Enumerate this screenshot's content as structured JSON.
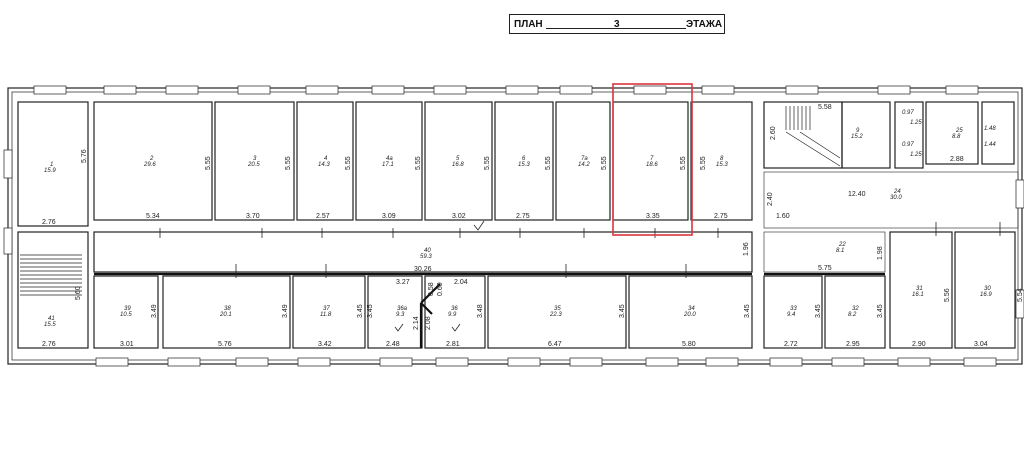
{
  "title": {
    "prefix": "ПЛАН",
    "floor": "3",
    "suffix": "ЭТАЖА"
  },
  "highlight_color": "#d9363e",
  "rooms": [
    {
      "num": "1",
      "area": "15.9",
      "dims": [
        "5.76",
        "2.76"
      ]
    },
    {
      "num": "2",
      "area": "29.6",
      "dims": [
        "5.55",
        "5.34"
      ]
    },
    {
      "num": "3",
      "area": "20.5",
      "dims": [
        "5.55",
        "3.70"
      ]
    },
    {
      "num": "4",
      "area": "14.3",
      "dims": [
        "5.55",
        "2.57"
      ]
    },
    {
      "num": "4а",
      "area": "17.1",
      "dims": [
        "5.55",
        "3.09"
      ]
    },
    {
      "num": "5",
      "area": "16.8",
      "dims": [
        "5.55",
        "3.02"
      ]
    },
    {
      "num": "6",
      "area": "15.3",
      "dims": [
        "5.55",
        "2.75"
      ]
    },
    {
      "num": "7а",
      "area": "14.2",
      "dims": [
        "5.55"
      ]
    },
    {
      "num": "7",
      "area": "18.6",
      "dims": [
        "5.55",
        "3.35"
      ],
      "highlighted": true
    },
    {
      "num": "8",
      "area": "15.3",
      "dims": [
        "5.55",
        "2.75"
      ]
    },
    {
      "num": "9",
      "area": "15.2",
      "dims": [
        "2.60",
        "5.58"
      ]
    },
    {
      "num": "24",
      "area": "30.0",
      "dims": [
        "12.40",
        "2.40",
        "1.60"
      ]
    },
    {
      "num": "25",
      "area": "8.8",
      "dims": [
        "2.88"
      ]
    },
    {
      "num": "22",
      "area": "8.1",
      "dims": [
        "5.75",
        "1.98"
      ]
    },
    {
      "num": "31",
      "area": "16.1",
      "dims": [
        "5.56",
        "2.90"
      ]
    },
    {
      "num": "30",
      "area": "16.9",
      "dims": [
        "5.54",
        "3.04"
      ]
    },
    {
      "num": "32",
      "area": "8.2",
      "dims": [
        "3.45",
        "2.95"
      ]
    },
    {
      "num": "33",
      "area": "9.4",
      "dims": [
        "3.45",
        "2.72"
      ]
    },
    {
      "num": "34",
      "area": "20.0",
      "dims": [
        "3.45",
        "5.80"
      ]
    },
    {
      "num": "35",
      "area": "22.3",
      "dims": [
        "3.45",
        "6.47"
      ]
    },
    {
      "num": "36",
      "area": "9.9",
      "dims": [
        "3.48",
        "2.81",
        "2.04"
      ]
    },
    {
      "num": "36а",
      "area": "9.3",
      "dims": [
        "3.45",
        "2.48",
        "3.27"
      ]
    },
    {
      "num": "37",
      "area": "11.8",
      "dims": [
        "3.45",
        "3.42"
      ]
    },
    {
      "num": "38",
      "area": "20.1",
      "dims": [
        "3.49",
        "5.76"
      ]
    },
    {
      "num": "39",
      "area": "10.5",
      "dims": [
        "3.49",
        "3.01"
      ]
    },
    {
      "num": "41",
      "area": "15.5",
      "dims": [
        "5.60",
        "2.76"
      ]
    },
    {
      "num": "40",
      "area": "59.3",
      "dims": [
        "30.26",
        "1.96"
      ]
    }
  ],
  "misc_dims": [
    "2.14",
    "2.08",
    "0.58",
    "0.60"
  ],
  "wc_labels": [
    "0.97",
    "1.25",
    "0.97",
    "1.25",
    "1.48",
    "1.44"
  ]
}
